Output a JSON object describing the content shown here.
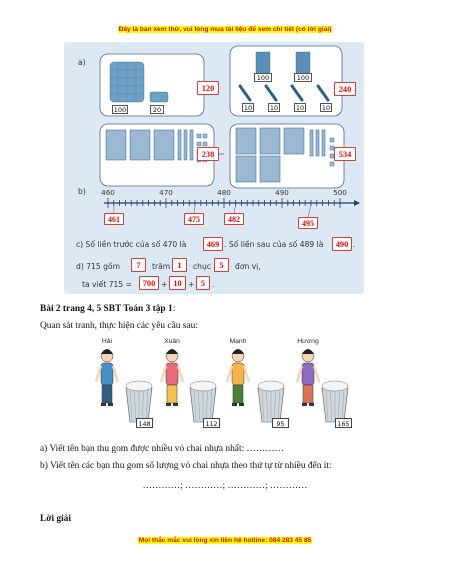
{
  "banner_top": "Đây là bản xem thử, vui lòng mua tài liệu để xem chi tiết (có lời giải)",
  "banner_bottom": "Mọi thắc mắc vui lòng xin liên hệ hotline: 084 283 45 85",
  "figure": {
    "label_a": "a)",
    "label_b": "b)",
    "a_block1": {
      "tags": [
        "100",
        "20"
      ],
      "answer": "120"
    },
    "a_block2": {
      "tags": [
        "100",
        "100",
        "10",
        "10",
        "10",
        "10"
      ],
      "answer": "240"
    },
    "a_block3": {
      "answer": "238"
    },
    "a_block4": {
      "answer": "534"
    },
    "number_line": {
      "ticks": [
        "460",
        "470",
        "480",
        "490",
        "500"
      ],
      "answers": [
        "461",
        "475",
        "482",
        "495"
      ]
    },
    "line_c": {
      "part1": "c) Số liền trước của số 470 là",
      "answer1": "469",
      "part2": ". Số liền sau của số 489 là",
      "answer2": "490",
      "end": "."
    },
    "line_d": {
      "part1": "d) 715 gồm",
      "tram_value": "7",
      "tram": "trăm",
      "chuc_value": "1",
      "chuc": "chục",
      "donvi_value": "5",
      "donvi": "đơn vị,",
      "viet": "ta viết 715 =",
      "term1": "700",
      "term2": "10",
      "term3": "5",
      "plus": "+",
      "end": "."
    }
  },
  "bai2_title": "Bài 2 trang 4, 5 SBT Toán 3 tập 1",
  "bai2_colon": ":",
  "instruction": "Quan sát tranh, thực hiện các yêu cầu sau:",
  "kids": [
    {
      "name": "Hải",
      "count": "148"
    },
    {
      "name": "Xuân",
      "count": "112"
    },
    {
      "name": "Mạnh",
      "count": "95"
    },
    {
      "name": "Hương",
      "count": "165"
    }
  ],
  "question_a": "a) Viết tên bạn thu gom được nhiều vỏ chai nhựa nhất: …………",
  "question_b": "b) Viết tên các bạn thu gom số lượng vỏ chai nhựa theo thứ tự từ nhiều đến ít:",
  "dots_line": "…………; …………; …………; …………",
  "loi_giai": "Lời giải",
  "colors": {
    "banner_text": "#d01010",
    "banner_bg": "#ffff00",
    "answer": "#d01010",
    "panel": "#dce9f4"
  }
}
